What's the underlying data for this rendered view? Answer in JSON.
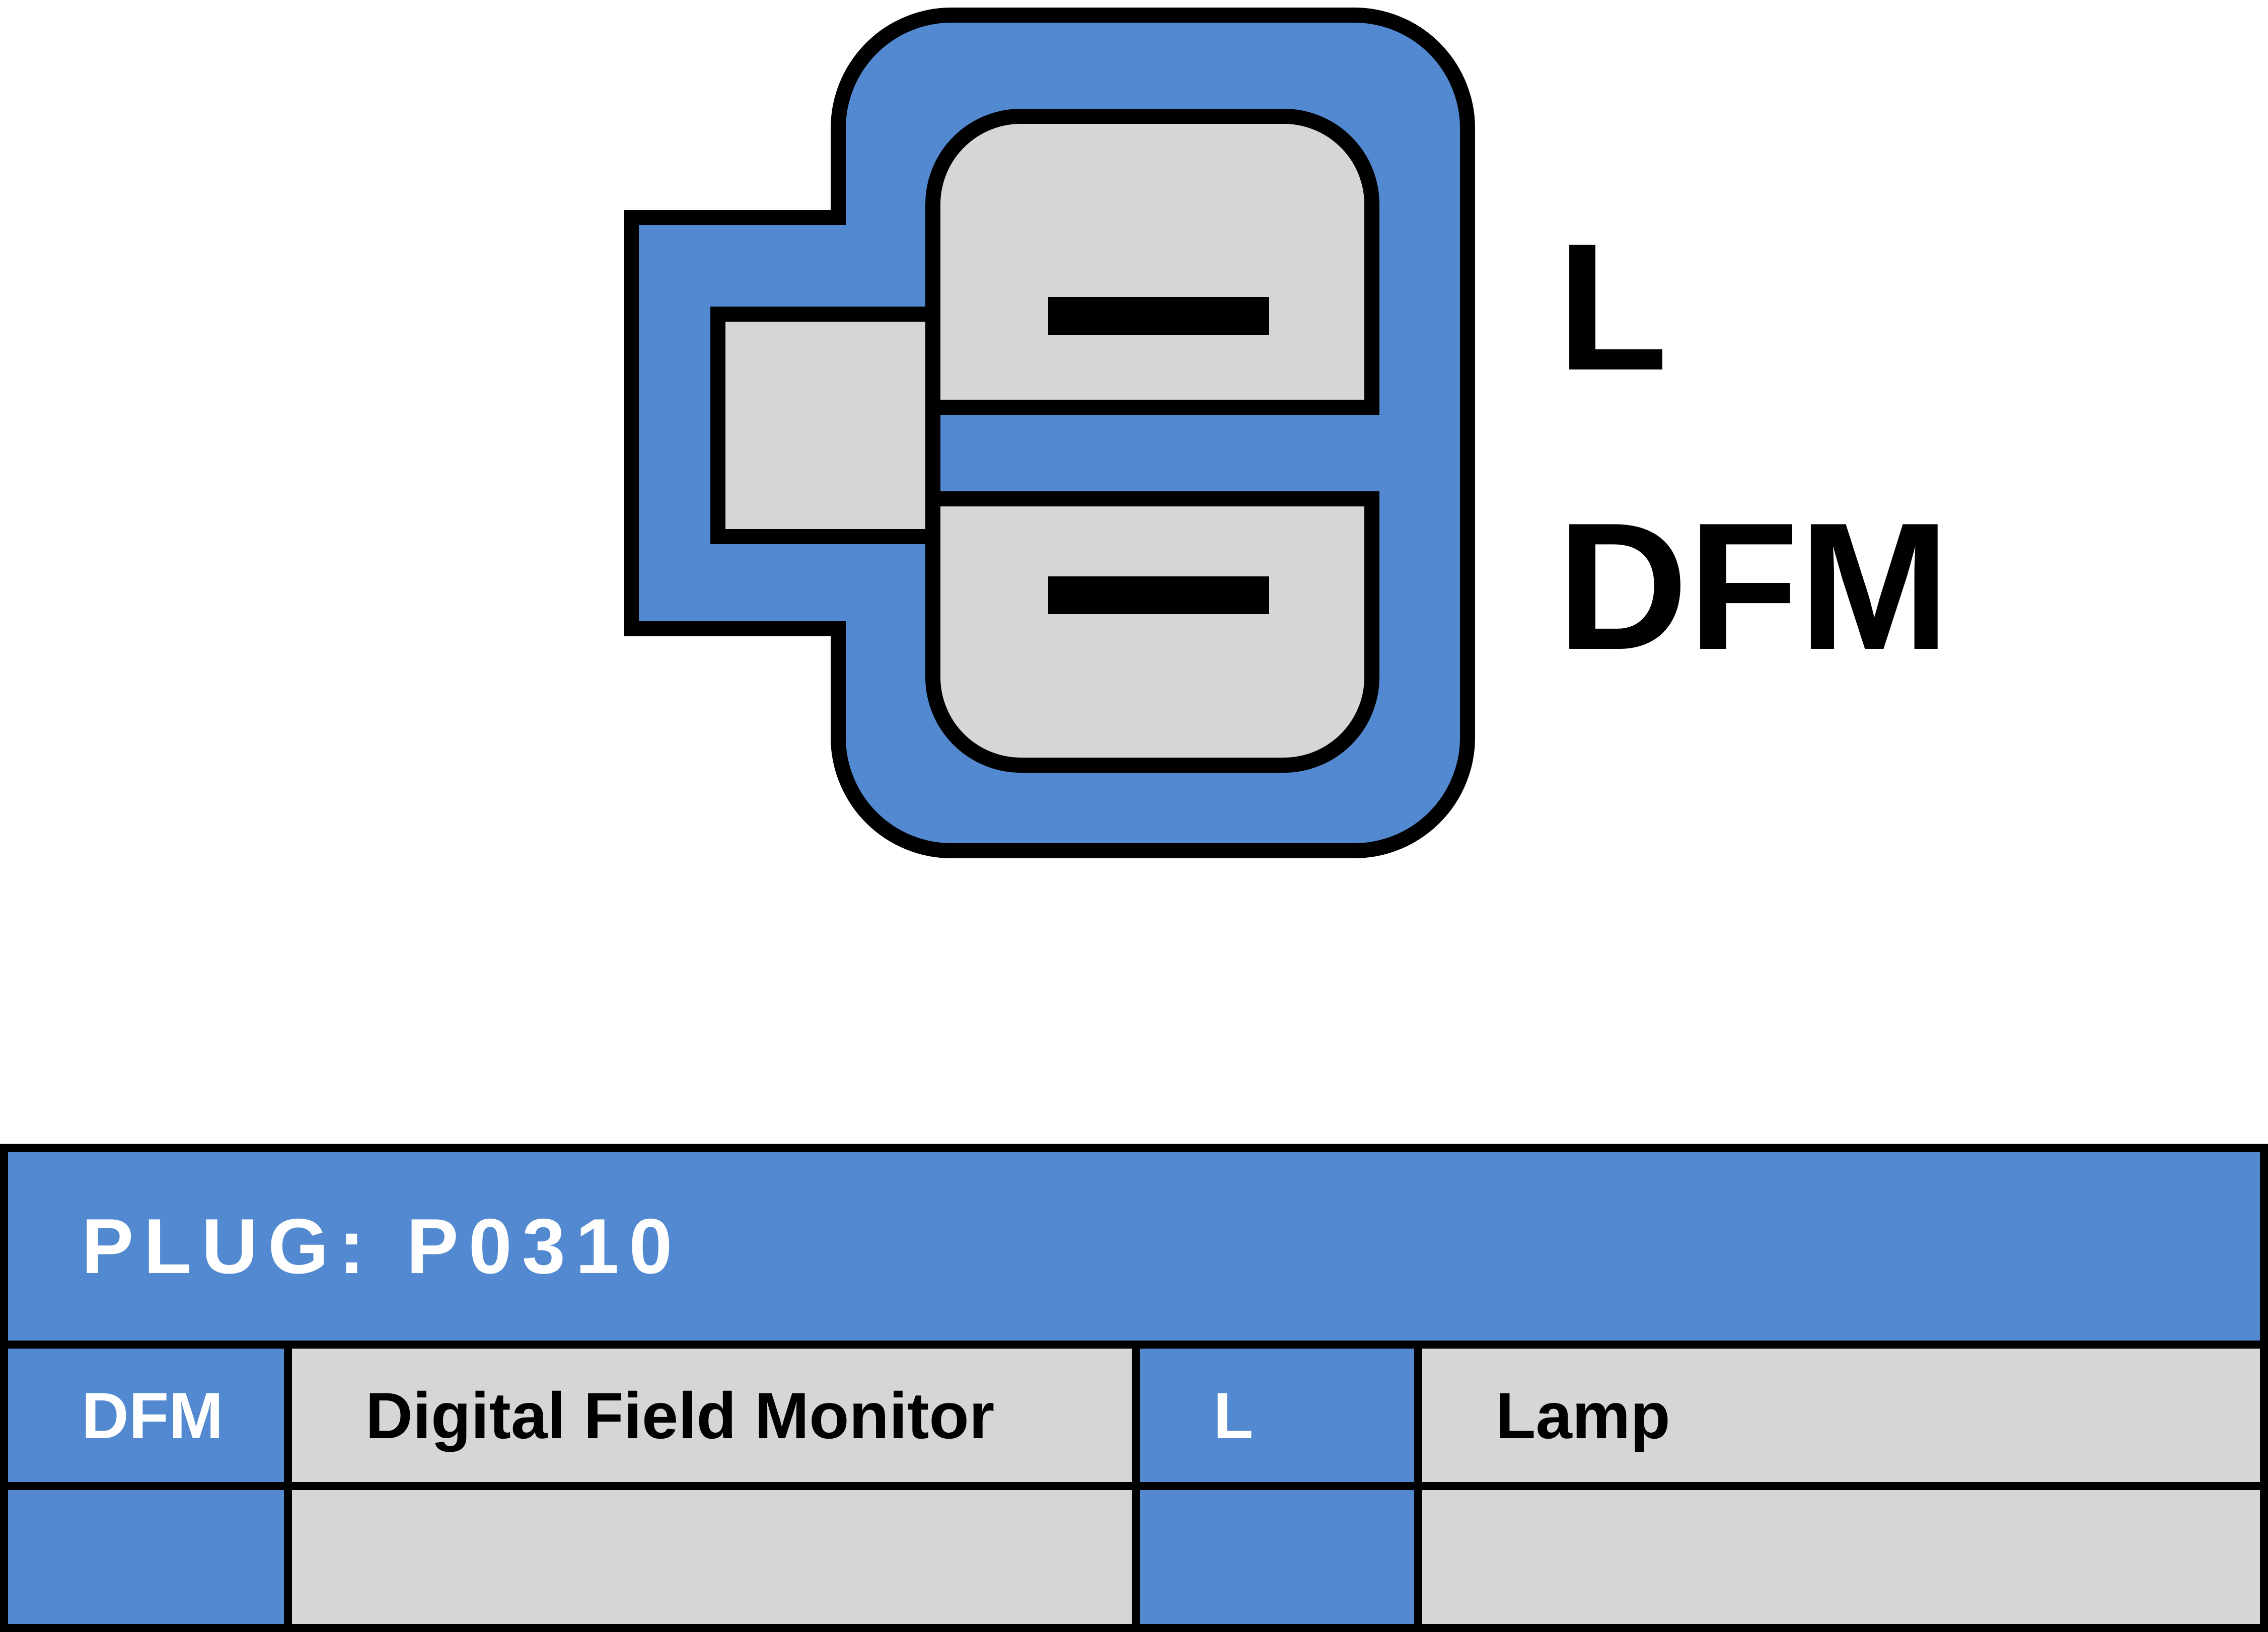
{
  "diagram": {
    "type": "alternator-plug-connector",
    "pin_labels": {
      "top": "L",
      "bottom": "DFM"
    },
    "terminal_count": 2,
    "colors": {
      "connector_blue": "#5289D0",
      "terminal_gray": "#D6D6D6",
      "outline_black": "#000000",
      "label_text": "#000000"
    }
  },
  "table": {
    "header": "PLUG: P0310",
    "header_text_color": "#ffffff",
    "rows": [
      {
        "abbr1": "DFM",
        "desc1": "Digital Field Monitor",
        "abbr2": "L",
        "desc2": "Lamp"
      },
      {
        "abbr1": "",
        "desc1": "",
        "abbr2": "",
        "desc2": ""
      }
    ]
  }
}
